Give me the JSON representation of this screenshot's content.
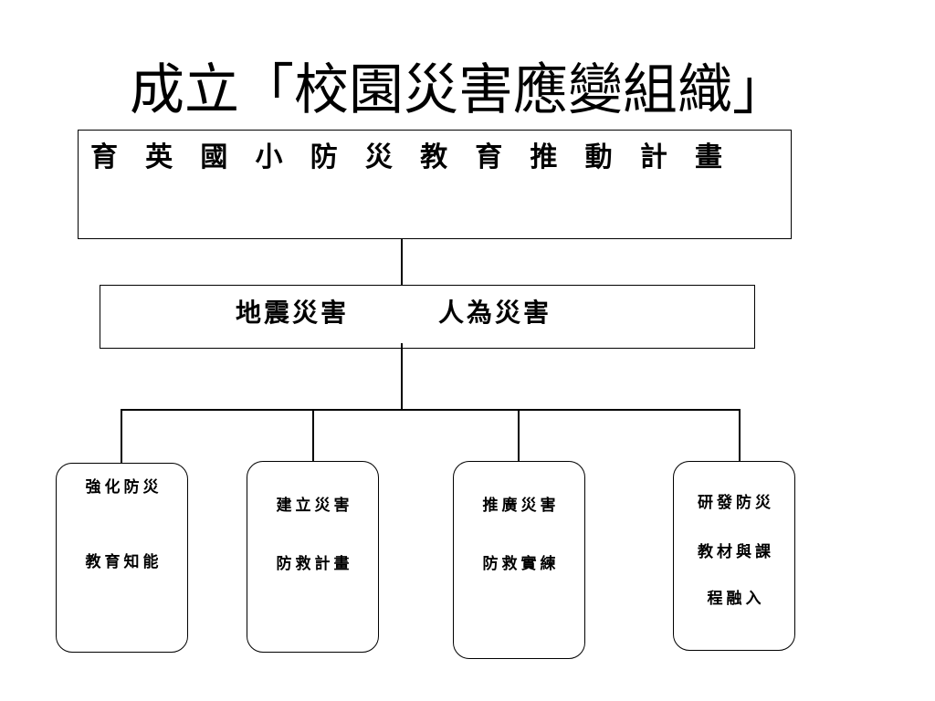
{
  "slide": {
    "title": "成立「校園災害應變組織」"
  },
  "diagram": {
    "top_box": {
      "label": "育 英 國 小 防 災 教 育 推 動 計 畫"
    },
    "middle_box": {
      "left_label": "地震災害",
      "right_label": "人為災害"
    },
    "branches": [
      {
        "lines": [
          "強化防災",
          "教育知能"
        ]
      },
      {
        "lines": [
          "建立災害",
          "防救計畫"
        ]
      },
      {
        "lines": [
          "推廣災害",
          "防救實練"
        ]
      },
      {
        "lines": [
          "研發防災",
          "教材與課",
          "程融入"
        ]
      }
    ]
  },
  "colors": {
    "background": "#ffffff",
    "line": "#000000",
    "text": "#000000"
  }
}
